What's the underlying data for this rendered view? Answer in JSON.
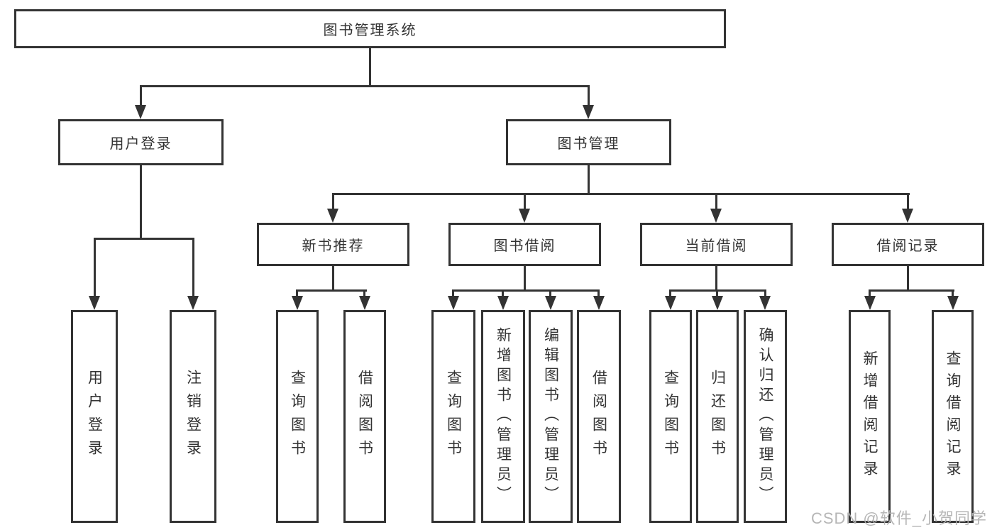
{
  "tree": {
    "root": {
      "label": "图书管理系统"
    },
    "branches": [
      {
        "label": "用户登录",
        "children": [
          {
            "label": "用户登录"
          },
          {
            "label": "注销登录"
          }
        ]
      },
      {
        "label": "图书管理",
        "children": [
          {
            "label": "新书推荐",
            "children": [
              {
                "label": "查询图书"
              },
              {
                "label": "借阅图书"
              }
            ]
          },
          {
            "label": "图书借阅",
            "children": [
              {
                "label": "查询图书"
              },
              {
                "label": "新增图书（管理员）"
              },
              {
                "label": "编辑图书（管理员）"
              },
              {
                "label": "借阅图书"
              }
            ]
          },
          {
            "label": "当前借阅",
            "children": [
              {
                "label": "查询图书"
              },
              {
                "label": "归还图书"
              },
              {
                "label": "确认归还（管理员）"
              }
            ]
          },
          {
            "label": "借阅记录",
            "children": [
              {
                "label": "新增借阅记录"
              },
              {
                "label": "查询借阅记录"
              }
            ]
          }
        ]
      }
    ]
  },
  "watermark": {
    "text": "CSDN @软件_小贺同学"
  },
  "colors": {
    "line": "#333333",
    "text": "#333333",
    "watermark": "#b0b0b0",
    "background": "#ffffff"
  }
}
